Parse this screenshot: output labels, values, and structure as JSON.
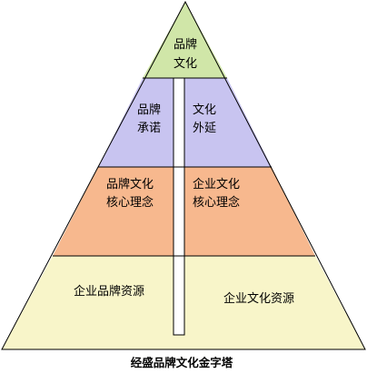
{
  "diagram": {
    "title": "经盛品牌文化金字塔",
    "tiers": [
      {
        "id": "top",
        "labels": [
          "品牌",
          "文化"
        ],
        "color": "#d0e6a8"
      },
      {
        "id": "upper",
        "left": [
          "品牌",
          "承诺"
        ],
        "right": [
          "文化",
          "外延"
        ],
        "color": "#c8c4f0"
      },
      {
        "id": "middle",
        "left": [
          "品牌文化",
          "核心理念"
        ],
        "right": [
          "企业文化",
          "核心理念"
        ],
        "color": "#f7b88e"
      },
      {
        "id": "base",
        "left": [
          "企业品牌资源"
        ],
        "right": [
          "企业文化资源"
        ],
        "color": "#f8f5c9"
      }
    ],
    "pillar_color": "#ffffff",
    "outline_color": "#000000"
  }
}
